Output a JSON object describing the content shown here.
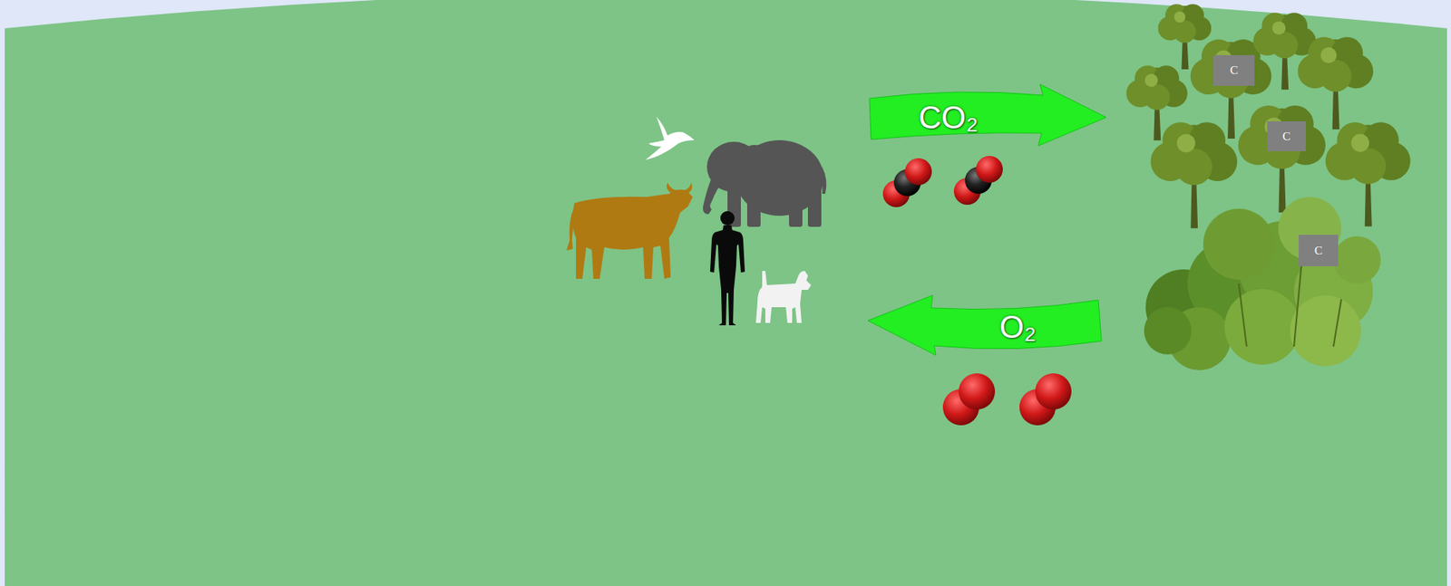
{
  "diagram": {
    "nodes": [
      {
        "text": [
          "CO₂"
        ]
      },
      {
        "text": [
          "O₂"
        ]
      },
      {
        "text": [
          "C"
        ]
      },
      {
        "text": [
          "C"
        ]
      },
      {
        "text": [
          "C"
        ]
      }
    ]
  }
}
